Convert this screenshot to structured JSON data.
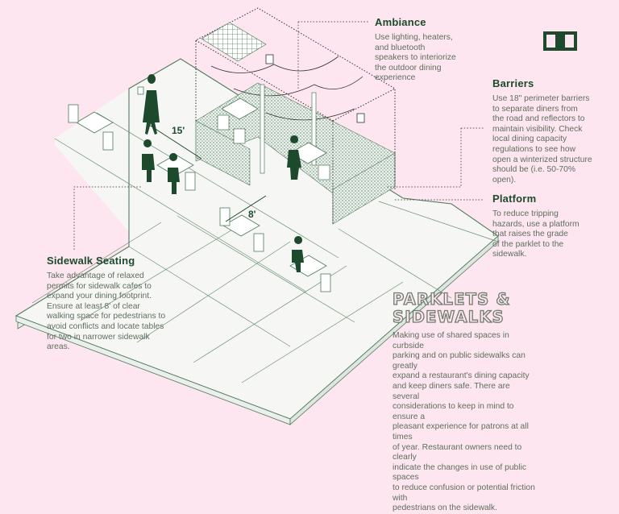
{
  "colors": {
    "background": "#fde6ef",
    "accent_dark_green": "#1d4a2c",
    "line_green": "#4f7a5c",
    "body_text": "#5f6e5f",
    "platform_fill": "#f6f7f5"
  },
  "logo": {
    "icon": "double-window-logo-icon"
  },
  "callouts": {
    "ambiance": {
      "title": "Ambiance",
      "body": "Use lighting, heaters, and bluetooth speakers to interiorize the outdoor dining experience",
      "lines": [
        "Use lighting, heaters,",
        "and bluetooth",
        "speakers to interiorize",
        "the outdoor dining",
        "experience"
      ]
    },
    "barriers": {
      "title": "Barriers",
      "lines": [
        "Use 18\" perimeter barriers",
        "to separate diners from",
        "the road and reflectors to",
        "maintain visibility. Check",
        "local dining capacity",
        "regulations to see how",
        "open a winterized structure",
        "should be (i.e. 50-70%",
        "open)."
      ]
    },
    "platform": {
      "title": "Platform",
      "lines": [
        "To reduce tripping",
        "hazards, use a platform",
        "that raises the grade",
        "of the parklet to the",
        "sidewalk."
      ]
    },
    "sidewalk_seating": {
      "title": "Sidewalk Seating",
      "lines": [
        "Take advantage of relaxed",
        "permits for sidewalk cafes to",
        "expand your dining footprint.",
        "Ensure at least 8' of clear",
        "walking space for pedestrians to",
        "avoid conflicts and locate tables",
        "for two in narrower sidewalk",
        "areas."
      ]
    }
  },
  "main": {
    "title_lines": [
      "PARKLETS &",
      "SIDEWALKS"
    ],
    "lead_lines": [
      "Making use of shared spaces in curbside",
      "parking and on public sidewalks can greatly",
      "expand a restaurant's dining capacity",
      "and keep diners safe. There are several",
      "considerations to keep in mind to ensure a",
      "pleasant experience for patrons at all times",
      "of year. Restaurant owners need to clearly",
      "indicate the changes in use of public spaces",
      "to reduce confusion or potential friction with",
      "pedestrians on the sidewalk."
    ]
  },
  "illustration": {
    "dimension_labels": {
      "parklet_length": "15'",
      "sidewalk_clearance": "8'"
    },
    "elements": [
      "isometric-platform",
      "parklet-enclosure",
      "string-lights",
      "bluetooth-speaker",
      "heater",
      "sidewalk-tables",
      "waiter-figure",
      "diner-figures",
      "hedge-barriers"
    ]
  }
}
